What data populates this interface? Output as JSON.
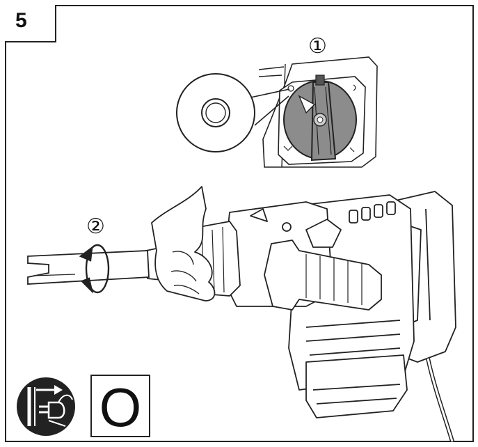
{
  "figure": {
    "step_number": "5",
    "callouts": [
      "①",
      "②"
    ],
    "off_symbol": "O",
    "colors": {
      "line": "#222222",
      "selector_fill": "#8c8c8c",
      "icon_fill": "#222222",
      "paper": "#ffffff"
    },
    "icons": [
      "unplug-icon",
      "rotation-arrow-icon",
      "screwdriver-icon",
      "hammer-drill-icon",
      "mode-selector-icon"
    ]
  }
}
